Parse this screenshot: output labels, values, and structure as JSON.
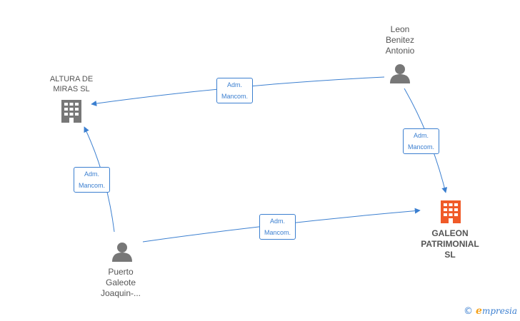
{
  "colors": {
    "edge": "#3b7fd0",
    "icon_gray": "#777777",
    "icon_highlight": "#f05a28",
    "label": "#555555"
  },
  "nodes": {
    "leon": {
      "label": "Leon\nBenitez\nAntonio",
      "type": "person",
      "icon": "person-icon"
    },
    "altura": {
      "label": "ALTURA DE\nMIRAS  SL",
      "type": "company",
      "icon": "building-icon"
    },
    "galeon": {
      "label": "GALEON\nPATRIMONIAL\nSL",
      "type": "company",
      "icon": "building-icon",
      "highlight": true
    },
    "puerto": {
      "label": "Puerto\nGaleote\nJoaquin-...",
      "type": "person",
      "icon": "person-icon"
    }
  },
  "edges": [
    {
      "from": "leon",
      "to": "altura",
      "label": "Adm.\nMancom."
    },
    {
      "from": "leon",
      "to": "galeon",
      "label": "Adm.\nMancom."
    },
    {
      "from": "puerto",
      "to": "altura",
      "label": "Adm.\nMancom."
    },
    {
      "from": "puerto",
      "to": "galeon",
      "label": "Adm.\nMancom."
    }
  ],
  "footer": {
    "copyright": "©",
    "brand_initial": "e",
    "brand_rest": "mpresia"
  }
}
